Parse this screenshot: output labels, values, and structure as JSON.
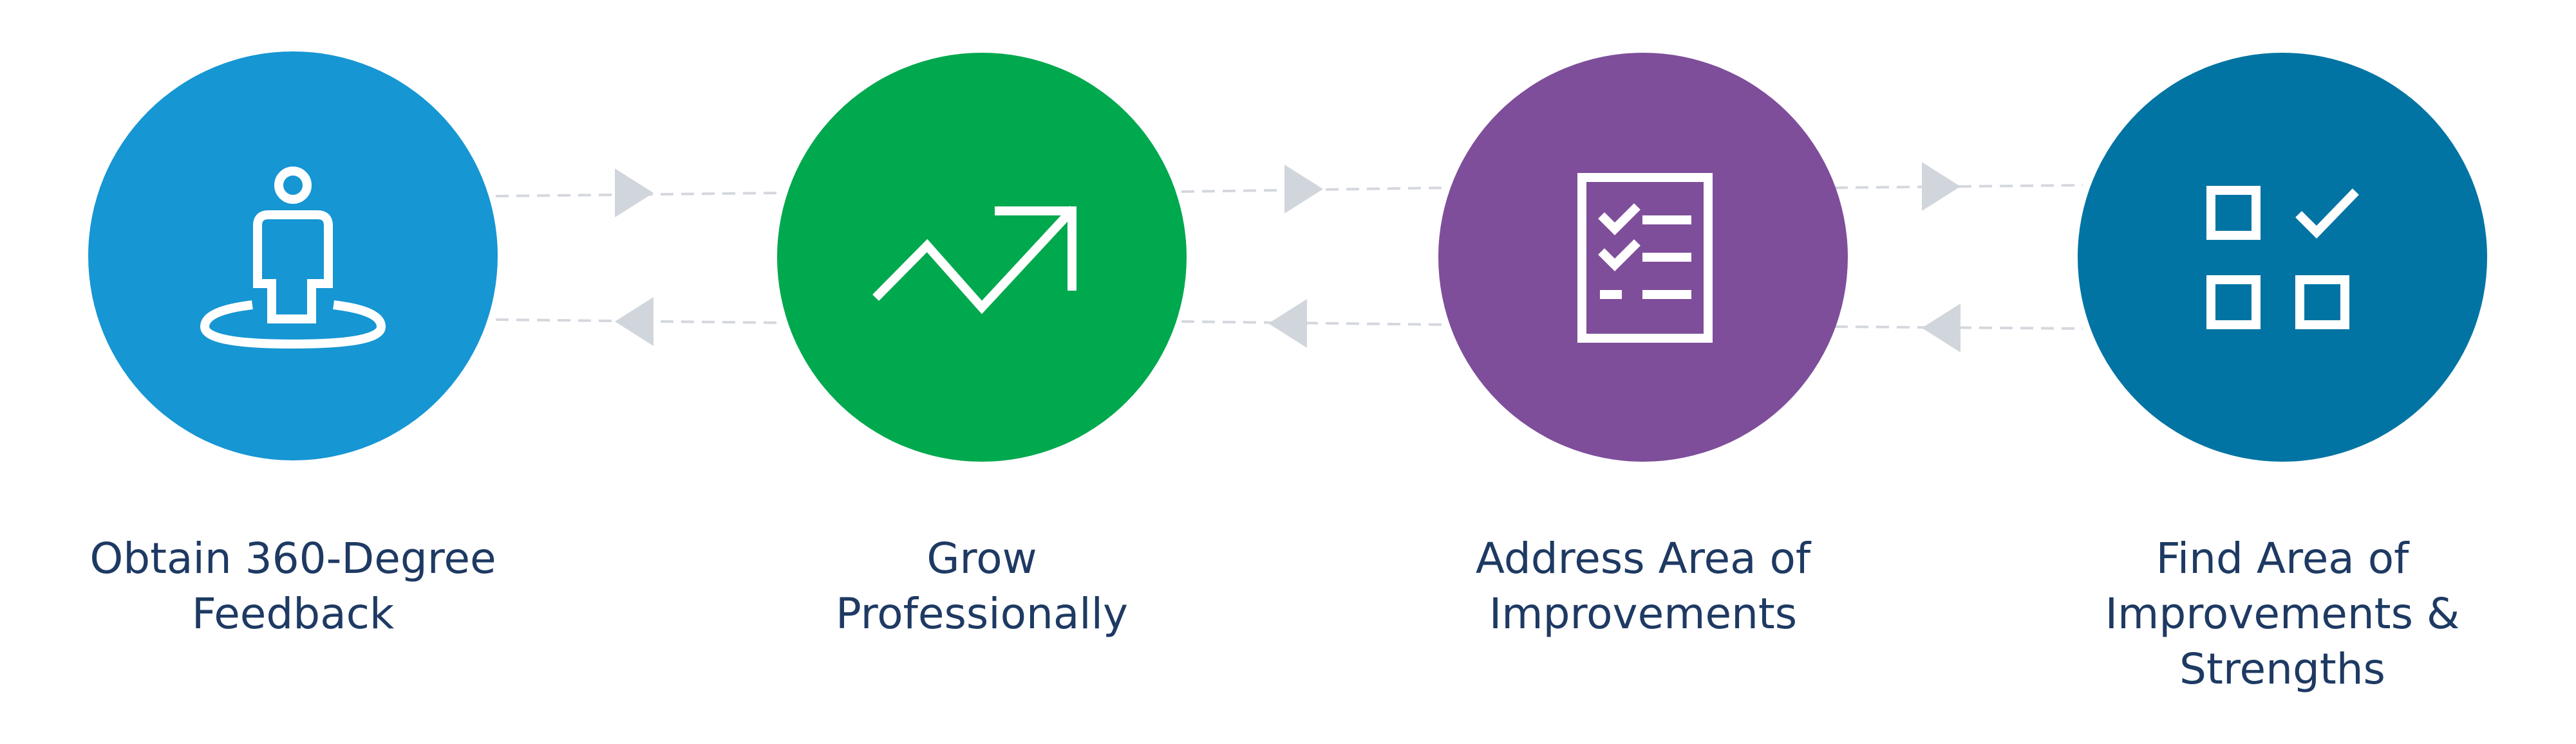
{
  "diagram": {
    "steps": [
      {
        "id": "feedback",
        "label": "Obtain 360-Degree\nFeedback",
        "color": "#1696d3",
        "icon": "person-standing-icon"
      },
      {
        "id": "grow",
        "label": "Grow\nProfessionally",
        "color": "#00a84e",
        "icon": "trend-up-arrow-icon"
      },
      {
        "id": "address",
        "label": "Address Area of\nImprovements",
        "color": "#7e4e9a",
        "icon": "checklist-icon"
      },
      {
        "id": "find",
        "label": "Find Area of\nImprovements &\nStrengths",
        "color": "#0174a3",
        "icon": "grid-checkbox-icon"
      }
    ],
    "connector_color": "#d1d5dc",
    "label_color": "#1e3a63"
  }
}
